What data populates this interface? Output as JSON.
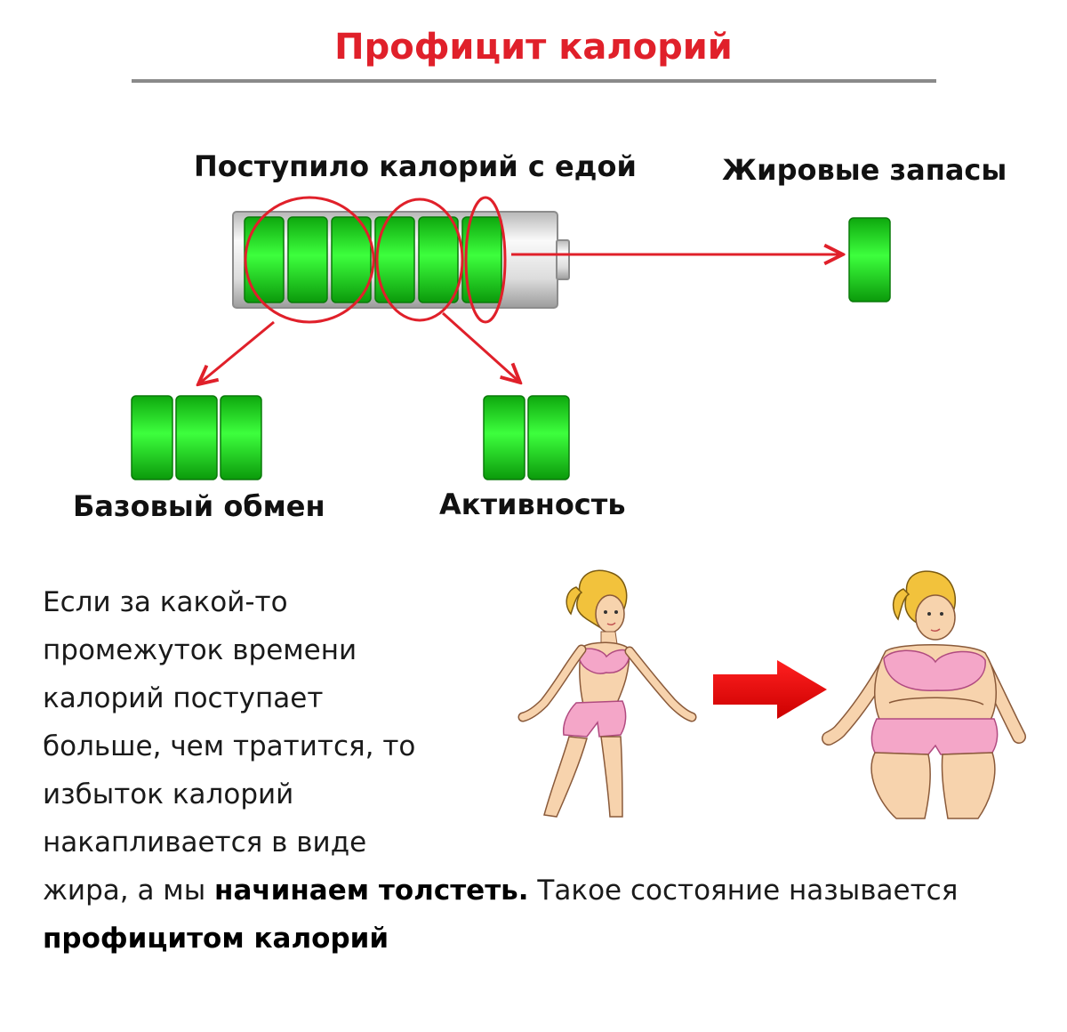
{
  "title": "Профицит калорий",
  "labels": {
    "intake": "Поступило калорий с едой",
    "fat": "Жировые запасы",
    "bmr": "Базовый обмен",
    "activity": "Активность"
  },
  "energy_units": {
    "intake": 6,
    "bmr": 3,
    "activity": 2,
    "fat": 1
  },
  "colors": {
    "title": "#e0202a",
    "accent_red": "#e0202a",
    "battery_green": "#22dd22",
    "rule": "#8a8a8a"
  },
  "description": {
    "lines": [
      "Если за какой-то",
      "промежуток времени",
      "калорий поступает",
      "больше, чем тратится, то",
      "избыток калорий",
      "накапливается в виде"
    ],
    "last_part_1": "жира, а мы ",
    "bold_1": "начинаем толстеть.",
    "last_part_2": " Такое состояние называется",
    "bold_2": "профицитом калорий"
  },
  "illustration": {
    "icons": [
      "slim-woman-figure",
      "red-arrow-right-icon",
      "overweight-woman-figure"
    ]
  }
}
